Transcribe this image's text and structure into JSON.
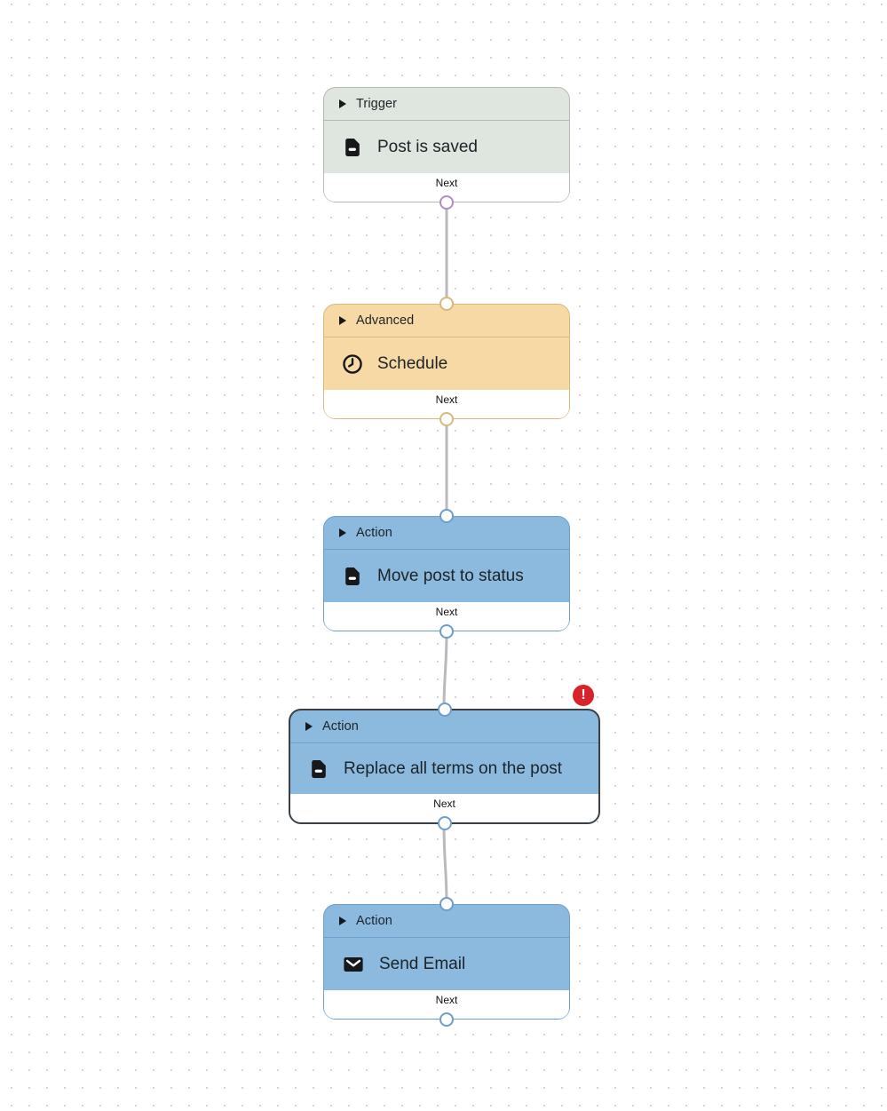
{
  "canvas": {
    "background_color": "#ffffff",
    "dot_color": "#d2d2d7",
    "edge_color": "#b9b9bf"
  },
  "nodes": [
    {
      "category": "Trigger",
      "title": "Post is saved",
      "icon": "document-icon",
      "footer_label": "Next",
      "fill": "#dfe5df",
      "border": "#b2bab2",
      "handle_color": "#b18cc1",
      "selected": false,
      "has_error": false
    },
    {
      "category": "Advanced",
      "title": "Schedule",
      "icon": "clock-icon",
      "footer_label": "Next",
      "fill": "#f6d9a5",
      "border": "#d9b87c",
      "handle_color": "#d9b87c",
      "selected": false,
      "has_error": false
    },
    {
      "category": "Action",
      "title": "Move post to status",
      "icon": "document-icon",
      "footer_label": "Next",
      "fill": "#8bbade",
      "border": "#6d9dc9",
      "handle_color": "#6d9dc9",
      "selected": false,
      "has_error": false
    },
    {
      "category": "Action",
      "title": "Replace all terms on the post",
      "icon": "document-icon",
      "footer_label": "Next",
      "fill": "#8bbade",
      "border": "#3a4045",
      "handle_color": "#6d9dc9",
      "selected": true,
      "has_error": true,
      "error_badge": "!",
      "error_badge_color": "#d8232a"
    },
    {
      "category": "Action",
      "title": "Send Email",
      "icon": "envelope-icon",
      "footer_label": "Next",
      "fill": "#8bbade",
      "border": "#6d9dc9",
      "handle_color": "#6d9dc9",
      "selected": false,
      "has_error": false
    }
  ],
  "edges": [
    {
      "from": "Post is saved",
      "to": "Schedule"
    },
    {
      "from": "Schedule",
      "to": "Move post to status"
    },
    {
      "from": "Move post to status",
      "to": "Replace all terms on the post"
    },
    {
      "from": "Replace all terms on the post",
      "to": "Send Email"
    }
  ]
}
